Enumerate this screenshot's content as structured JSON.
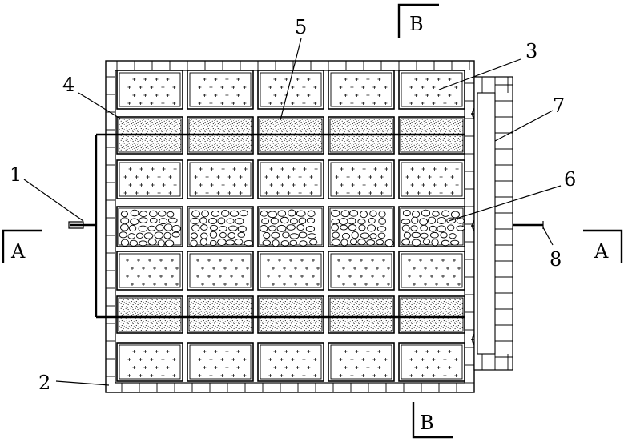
{
  "labels": {
    "l1": "1",
    "l2": "2",
    "l3": "3",
    "l4": "4",
    "l5": "5",
    "l6": "6",
    "l7": "7",
    "l8": "8",
    "section_a_left": "A",
    "section_a_right": "A",
    "section_b_top": "B",
    "section_b_bottom": "B"
  },
  "grid": {
    "columns": 5,
    "rows": [
      "vegetation",
      "sand",
      "vegetation",
      "gravel",
      "vegetation",
      "sand",
      "vegetation"
    ]
  },
  "colors": {
    "line": "#000000",
    "background": "#ffffff"
  }
}
